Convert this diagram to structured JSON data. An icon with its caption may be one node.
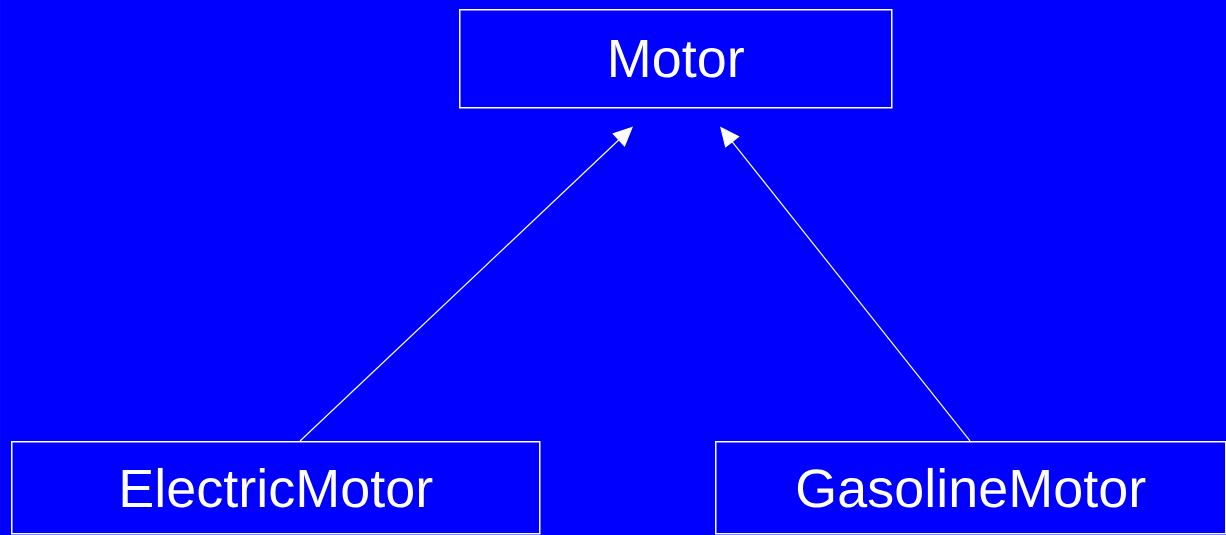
{
  "diagram": {
    "nodes": [
      {
        "text": [
          "Motor"
        ]
      },
      {
        "text": [
          "ElectricMotor"
        ]
      },
      {
        "text": [
          "GasolineMotor"
        ]
      }
    ],
    "edges": [
      {
        "from": 1,
        "to": 0,
        "arrow": "to"
      },
      {
        "from": 2,
        "to": 0,
        "arrow": "to"
      }
    ]
  }
}
